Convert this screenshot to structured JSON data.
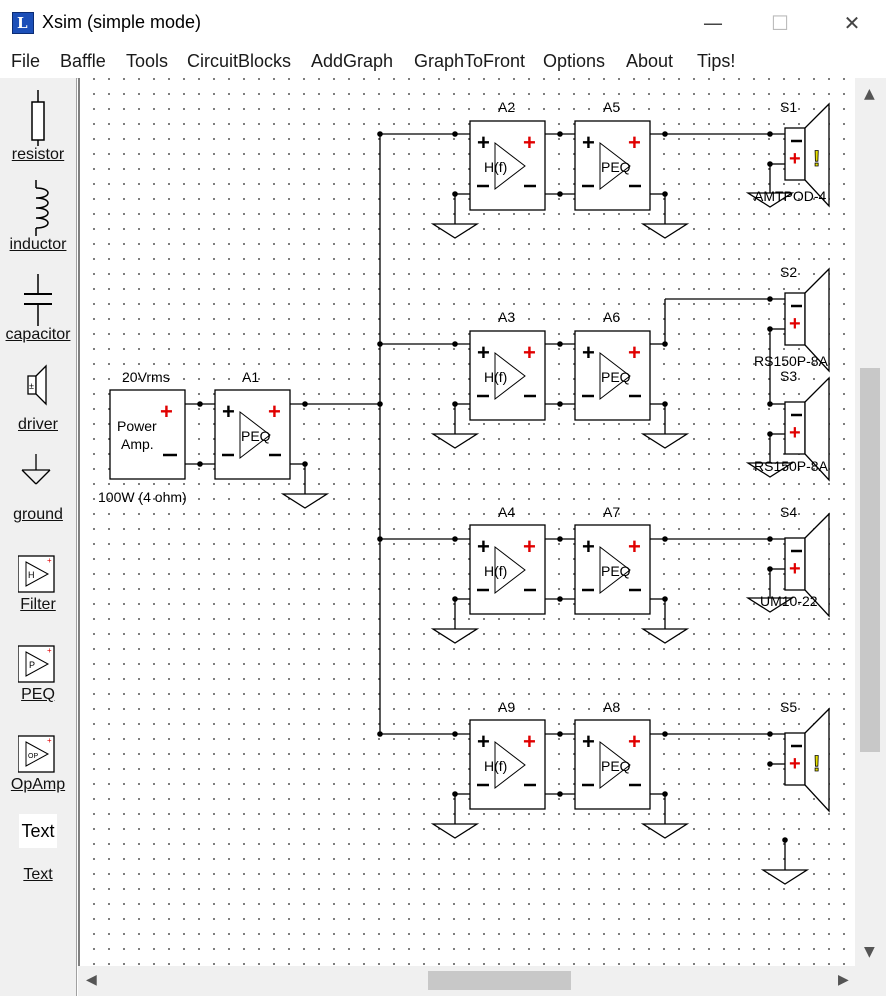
{
  "window": {
    "title": "Xsim (simple mode)",
    "icon": "xsim-app-icon",
    "icon_glyph": "L",
    "minimize": "—",
    "maximize": "☐",
    "close": "✕"
  },
  "menu": [
    "File",
    "Baffle",
    "Tools",
    "CircuitBlocks",
    "AddGraph",
    "GraphToFront",
    "Options",
    "About",
    "Tips!"
  ],
  "toolbox": [
    "resistor",
    "inductor",
    "capacitor",
    "driver",
    "ground",
    "Filter",
    "PEQ",
    "OpAmp",
    "Text"
  ],
  "toolbox_text_preview": "Text",
  "source": {
    "top_label": "20Vrms",
    "line1": "Power",
    "line2": "Amp.",
    "bottom_label": "100W (4 ohm)"
  },
  "blocks": {
    "A1": {
      "name": "A1",
      "type": "PEQ"
    },
    "A2": {
      "name": "A2",
      "type": "H(f)"
    },
    "A5": {
      "name": "A5",
      "type": "PEQ"
    },
    "A3": {
      "name": "A3",
      "type": "H(f)"
    },
    "A6": {
      "name": "A6",
      "type": "PEQ"
    },
    "A4": {
      "name": "A4",
      "type": "H(f)"
    },
    "A7": {
      "name": "A7",
      "type": "PEQ"
    },
    "A9": {
      "name": "A9",
      "type": "H(f)"
    },
    "A8": {
      "name": "A8",
      "type": "PEQ"
    }
  },
  "speakers": {
    "S1": {
      "name": "S1",
      "model": "AMTPOD-4"
    },
    "S2": {
      "name": "S2",
      "model": "RS150P-8A"
    },
    "S3": {
      "name": "S3",
      "model": "RS150P-8A"
    },
    "S4": {
      "name": "S4",
      "model": "UM10-22"
    },
    "S5": {
      "name": "S5",
      "model": ""
    }
  },
  "symbols": {
    "plus": "+",
    "minus": "−",
    "warning": "!"
  },
  "colors": {
    "plus_red": "#e00000",
    "warning_yellow": "#e8e000",
    "wire": "#000000",
    "grid_dot": "#555555"
  }
}
